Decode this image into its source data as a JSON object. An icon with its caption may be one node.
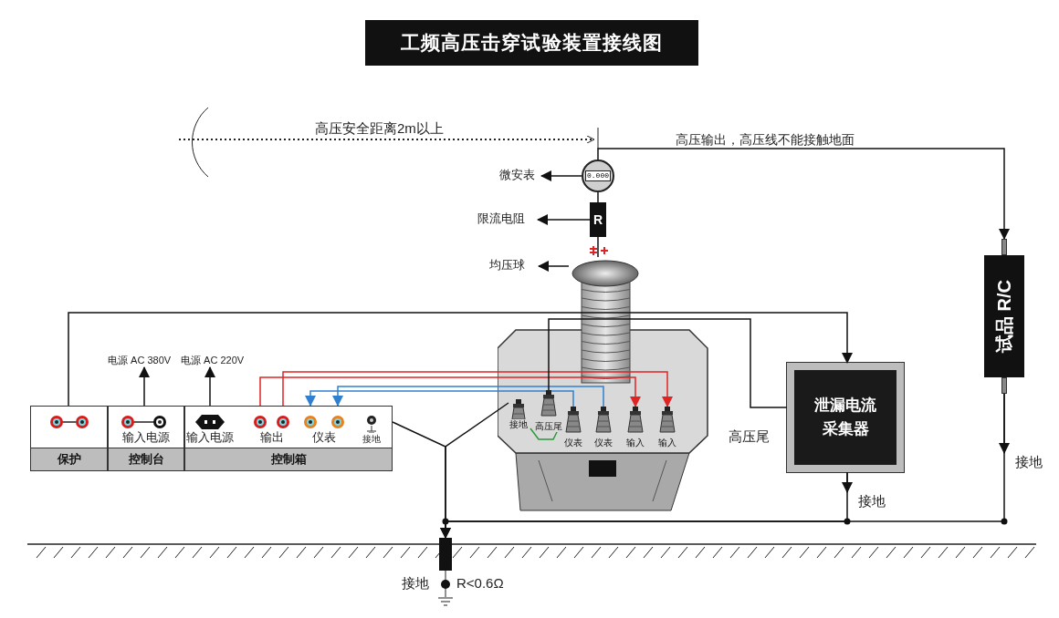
{
  "diagram": {
    "title": "工频高压击穿试验装置接线图",
    "nodes": [
      {
        "text": [
          "微安表"
        ]
      },
      {
        "text": [
          "0.000"
        ]
      },
      {
        "text": [
          "限流电阻"
        ]
      },
      {
        "text": [
          "R"
        ]
      },
      {
        "text": [
          "均压球"
        ]
      },
      {
        "text": [],
        "shape": "picture"
      },
      {
        "text": [
          "接地"
        ],
        "in": 5
      },
      {
        "text": [
          "高压尾"
        ],
        "in": 5
      },
      {
        "text": [
          "仪表"
        ],
        "in": 5
      },
      {
        "text": [
          "仪表"
        ],
        "in": 5
      },
      {
        "text": [
          "输入"
        ],
        "in": 5
      },
      {
        "text": [
          "输入"
        ],
        "in": 5
      },
      {
        "text": [
          "保护"
        ]
      },
      {
        "text": [
          "输入电源",
          "控制台"
        ]
      },
      {
        "text": [
          "输入电源",
          "输出",
          "仪表",
          "接地",
          "控制箱"
        ]
      },
      {
        "text": [
          "电源 AC 380V"
        ]
      },
      {
        "text": [
          "电源 AC 220V"
        ]
      },
      {
        "text": [
          "泄漏电流采集器"
        ],
        "beside": [
          "高压尾"
        ]
      },
      {
        "text": [
          "接地"
        ]
      },
      {
        "text": [
          "试品 R/C"
        ]
      },
      {
        "text": [
          "接地"
        ]
      },
      {
        "text": [],
        "shape": "bar"
      }
    ],
    "edges": [
      {
        "from": 1,
        "to": 0,
        "arrow": "to"
      },
      {
        "from": 3,
        "to": 2,
        "arrow": "to"
      },
      {
        "from": 5,
        "to": 4,
        "arrow": "to"
      },
      {
        "from": 1,
        "to": 19,
        "arrow": "to",
        "label": "高压输出，高压线不能接触地面"
      },
      {
        "from": 3,
        "to": 1,
        "arrow": "none"
      },
      {
        "from": 3,
        "to": 5,
        "arrow": "none"
      },
      {
        "from": 14,
        "to": 11,
        "arrow": "to",
        "color": "#e02424"
      },
      {
        "from": 14,
        "to": 10,
        "arrow": "to",
        "color": "#e02424"
      },
      {
        "from": 9,
        "to": 14,
        "arrow": "to",
        "color": "#2f80d0"
      },
      {
        "from": 8,
        "to": 14,
        "arrow": "to",
        "color": "#2f80d0"
      },
      {
        "from": 6,
        "to": 21,
        "arrow": "to"
      },
      {
        "from": 14,
        "to": 21,
        "arrow": "to"
      },
      {
        "from": 12,
        "to": 17,
        "arrow": "to"
      },
      {
        "from": 7,
        "to": 17,
        "arrow": "none"
      },
      {
        "from": 17,
        "to": 18,
        "arrow": "to"
      },
      {
        "from": 19,
        "to": 20,
        "arrow": "to"
      },
      {
        "from": 13,
        "to": 15,
        "arrow": "to"
      },
      {
        "from": 14,
        "to": 16,
        "arrow": "to"
      },
      {
        "from": 21,
        "to": 17,
        "arrow": "none"
      },
      {
        "from": 21,
        "to": 19,
        "arrow": "none"
      },
      {
        "from": 6,
        "to": 8,
        "arrow": "none",
        "color": "#2a9a3a"
      }
    ],
    "labels": [
      "高压安全距离2m以上",
      "接地",
      "R<0.6Ω"
    ]
  }
}
